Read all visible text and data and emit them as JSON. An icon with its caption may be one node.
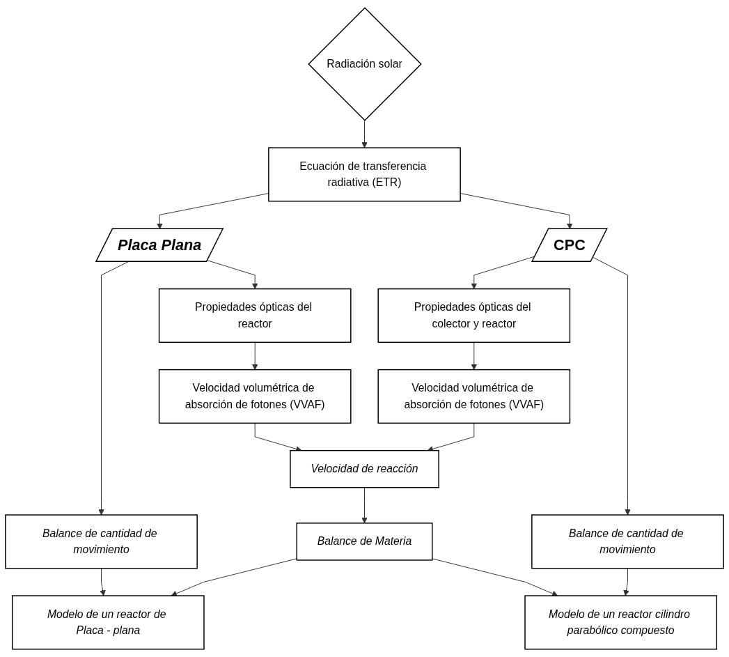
{
  "diagram": {
    "nodes": [
      {
        "text": [
          "Radiación solar"
        ]
      },
      {
        "text": [
          "Ecuación de transferencia radiativa (ETR)"
        ]
      },
      {
        "text": [
          "Placa Plana"
        ]
      },
      {
        "text": [
          "CPC"
        ]
      },
      {
        "text": [
          "Propiedades ópticas del reactor"
        ]
      },
      {
        "text": [
          "Propiedades ópticas del colector y reactor"
        ]
      },
      {
        "text": [
          "Velocidad volumétrica de absorción de fotones (VVAF)"
        ]
      },
      {
        "text": [
          "Velocidad volumétrica de absorción de fotones (VVAF)"
        ]
      },
      {
        "text": [
          "Velocidad de reacción"
        ]
      },
      {
        "text": [
          "Balance de cantidad de movimiento"
        ]
      },
      {
        "text": [
          "Balance de Materia"
        ]
      },
      {
        "text": [
          "Balance de cantidad de movimiento"
        ]
      },
      {
        "text": [
          "Modelo de un reactor de Placa - plana"
        ]
      },
      {
        "text": [
          "Modelo de un reactor cilindro parabólico compuesto"
        ]
      }
    ],
    "edges": [
      {
        "from": 0,
        "to": 1,
        "arrow": "to"
      },
      {
        "from": 1,
        "to": 2,
        "arrow": "to"
      },
      {
        "from": 1,
        "to": 3,
        "arrow": "to"
      },
      {
        "from": 2,
        "to": 4,
        "arrow": "to"
      },
      {
        "from": 3,
        "to": 5,
        "arrow": "to"
      },
      {
        "from": 4,
        "to": 6,
        "arrow": "to"
      },
      {
        "from": 5,
        "to": 7,
        "arrow": "to"
      },
      {
        "from": 6,
        "to": 8,
        "arrow": "to"
      },
      {
        "from": 7,
        "to": 8,
        "arrow": "to"
      },
      {
        "from": 8,
        "to": 10,
        "arrow": "to"
      },
      {
        "from": 2,
        "to": 9,
        "arrow": "to"
      },
      {
        "from": 3,
        "to": 11,
        "arrow": "to"
      },
      {
        "from": 9,
        "to": 12,
        "arrow": "to"
      },
      {
        "from": 10,
        "to": 12,
        "arrow": "to"
      },
      {
        "from": 10,
        "to": 13,
        "arrow": "to"
      },
      {
        "from": 11,
        "to": 13,
        "arrow": "to"
      }
    ]
  }
}
